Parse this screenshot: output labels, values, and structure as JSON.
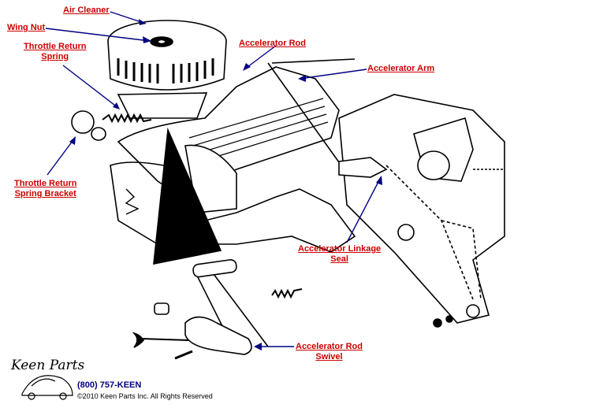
{
  "labels": {
    "air_cleaner": "Air Cleaner",
    "wing_nut": "Wing Nut",
    "throttle_return_spring_l1": "Throttle Return",
    "throttle_return_spring_l2": "Spring",
    "accelerator_rod": "Accelerator Rod",
    "accelerator_arm": "Accelerator Arm",
    "throttle_return_bracket_l1": "Throttle Return",
    "throttle_return_bracket_l2": "Spring Bracket",
    "linkage_seal_l1": "Accelerator Linkage",
    "linkage_seal_l2": "Seal",
    "rod_swivel_l1": "Accelerator Rod",
    "rod_swivel_l2": "Swivel"
  },
  "footer": {
    "brand": "Keen Parts",
    "phone": "(800) 757-KEEN",
    "copyright": "©2010 Keen Parts Inc. All Rights Reserved"
  },
  "colors": {
    "label": "#cc0000",
    "leader": "#000080",
    "drawing": "#000000"
  }
}
